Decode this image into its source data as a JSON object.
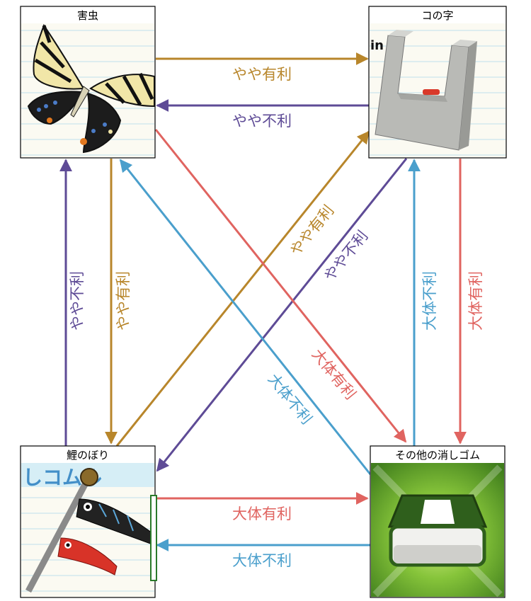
{
  "colors": {
    "gold": "#b8862b",
    "purple": "#5e4b96",
    "red": "#e06460",
    "blue": "#4a9fcc"
  },
  "nodes": {
    "insect": {
      "title": "害虫",
      "image": "butterfly-illustration"
    },
    "ushape": {
      "title": "コの字",
      "image": "u-shaped-block-render",
      "fragment": "in"
    },
    "koinobori": {
      "title": "鯉のぼり",
      "image": "carp-streamer-illustration"
    },
    "eraser": {
      "title": "その他の消しゴム",
      "image": "eraser-icon-green-burst"
    }
  },
  "edges": {
    "insect_to_ushape": "やや有利",
    "ushape_to_insect": "やや不利",
    "insect_to_eraser": "大体有利",
    "eraser_to_insect": "大体不利",
    "insect_to_koinobori": "やや有利",
    "koinobori_to_insect": "やや不利",
    "koinobori_to_ushape": "やや有利",
    "ushape_to_koinobori": "やや不利",
    "ushape_to_eraser": "大体有利",
    "eraser_to_ushape": "大体不利",
    "koinobori_to_eraser": "大体有利",
    "eraser_to_koinobori": "大体不利"
  }
}
